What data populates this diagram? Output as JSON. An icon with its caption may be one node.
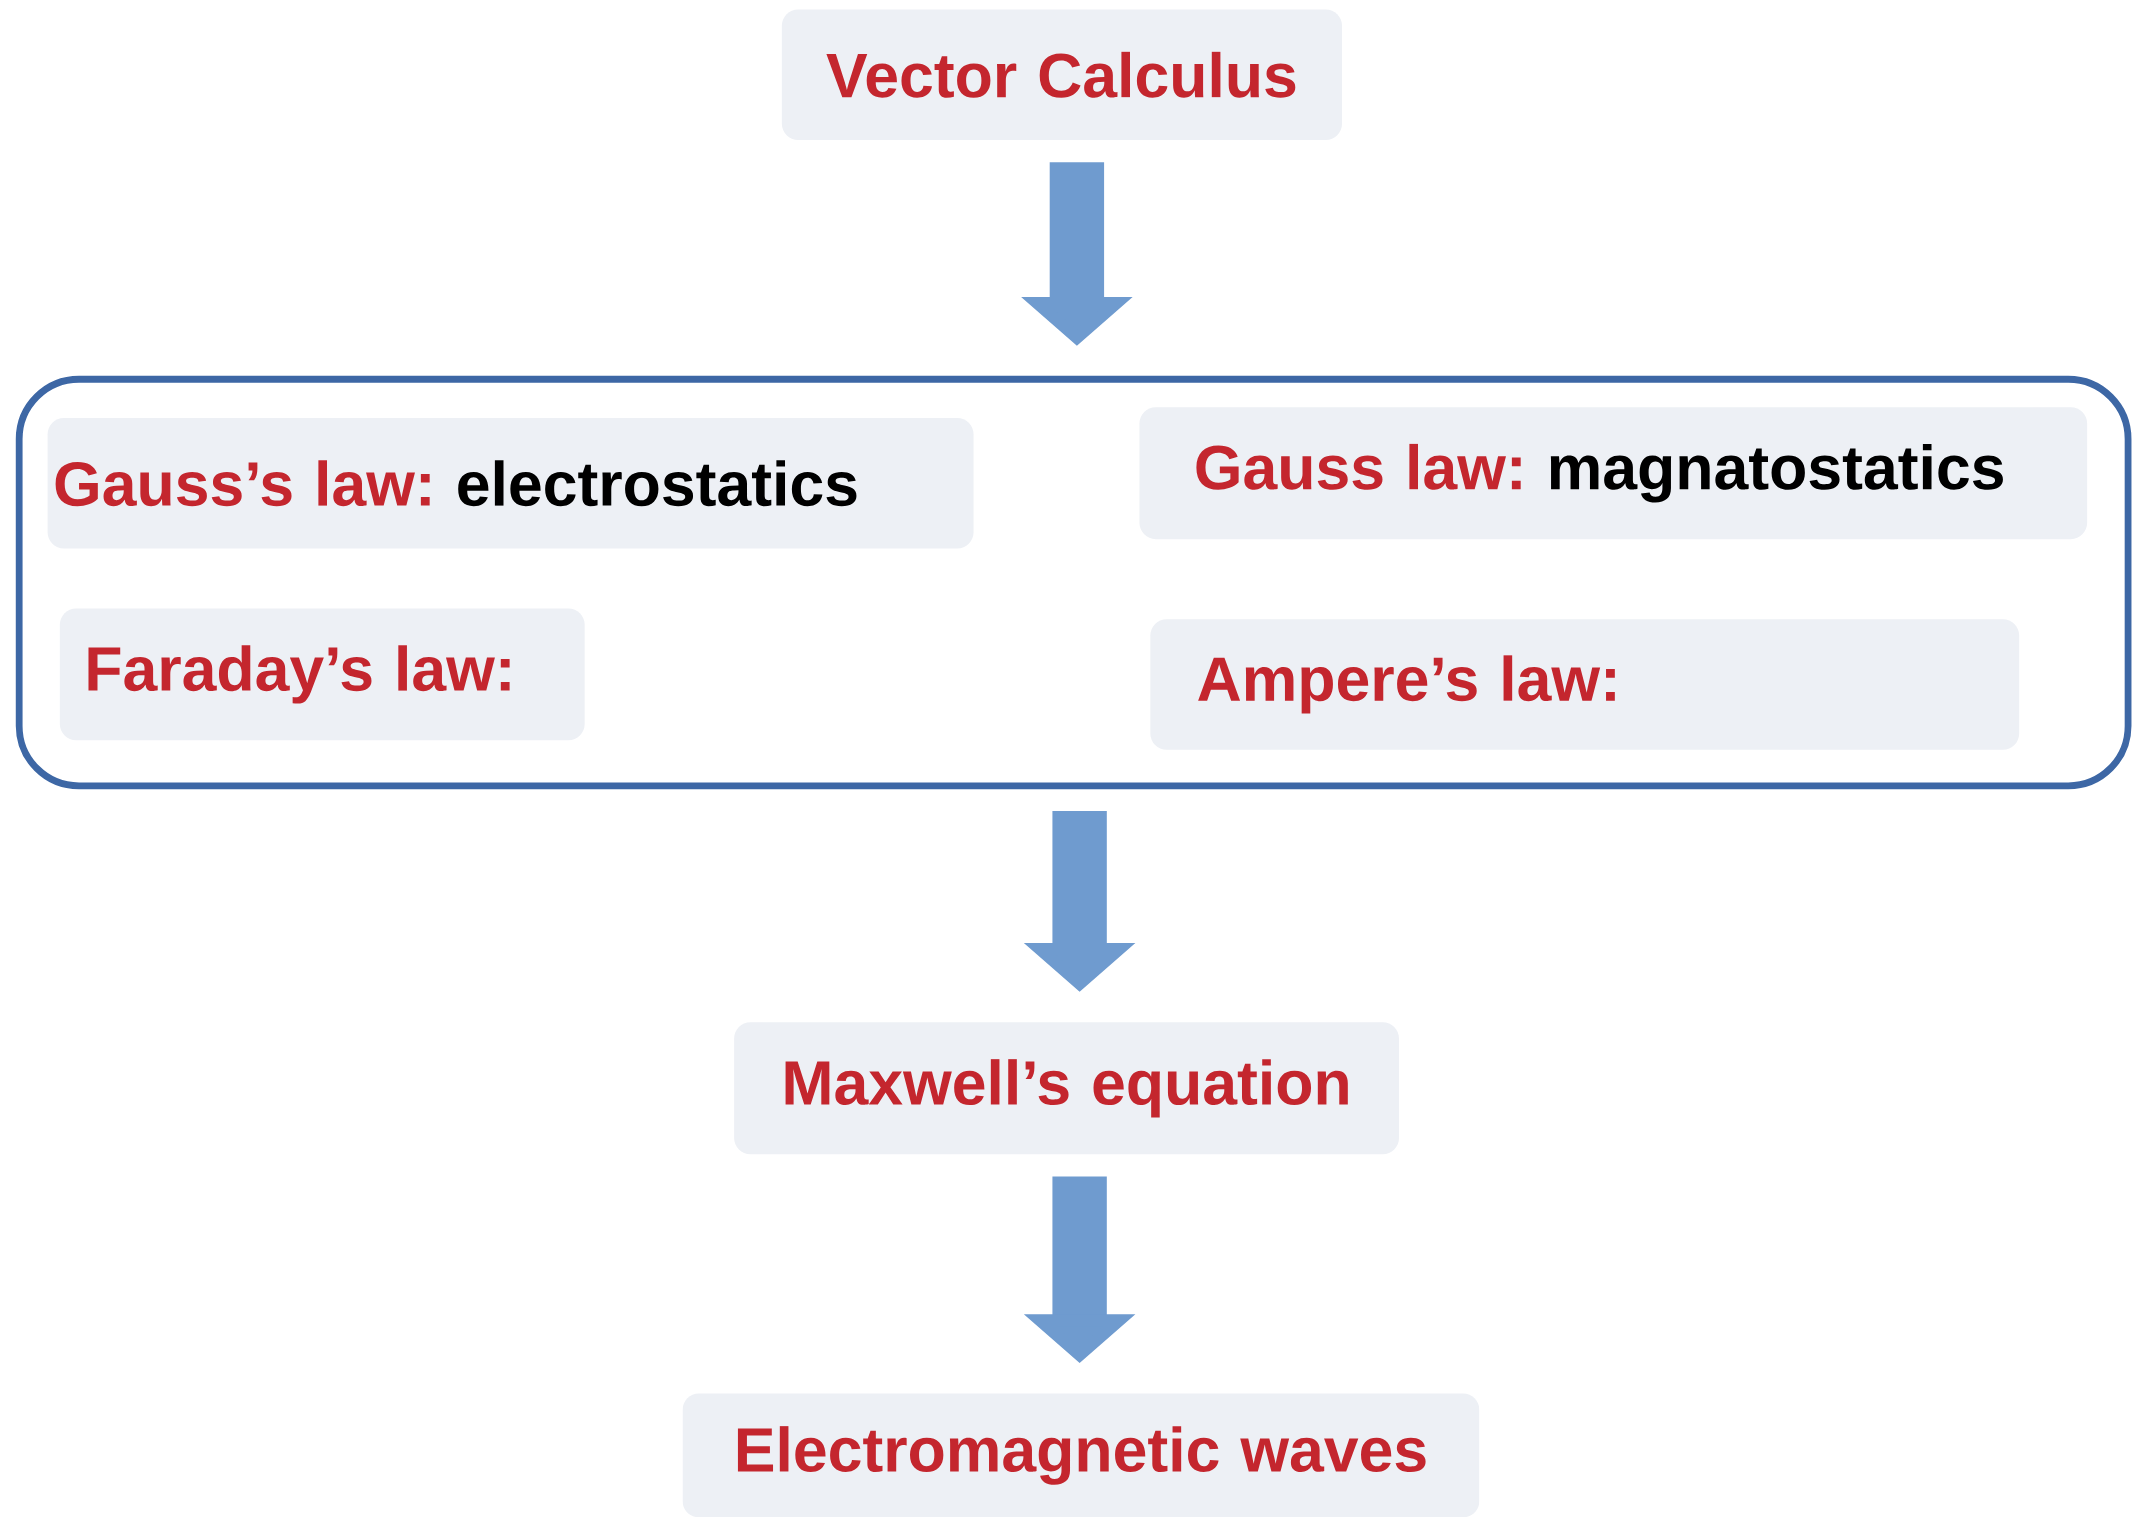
{
  "diagram": {
    "nodes": [
      {
        "text": [
          "Vector Calculus"
        ]
      },
      {
        "text": [],
        "shape": "box"
      },
      {
        "text": [
          "Gauss’s law:",
          "electrostatics"
        ],
        "in": 1
      },
      {
        "text": [
          "Gauss law:",
          "magnatostatics"
        ],
        "in": 1
      },
      {
        "text": [
          "Faraday’s law:"
        ],
        "in": 1
      },
      {
        "text": [
          "Ampere’s law:"
        ],
        "in": 1
      },
      {
        "text": [
          "Maxwell’s equation"
        ]
      },
      {
        "text": [
          "Electromagnetic waves"
        ]
      }
    ],
    "edges": [
      {
        "from": 0,
        "to": 1,
        "arrow": "to"
      },
      {
        "from": 1,
        "to": 6,
        "arrow": "to"
      },
      {
        "from": 6,
        "to": 7,
        "arrow": "to"
      }
    ]
  }
}
